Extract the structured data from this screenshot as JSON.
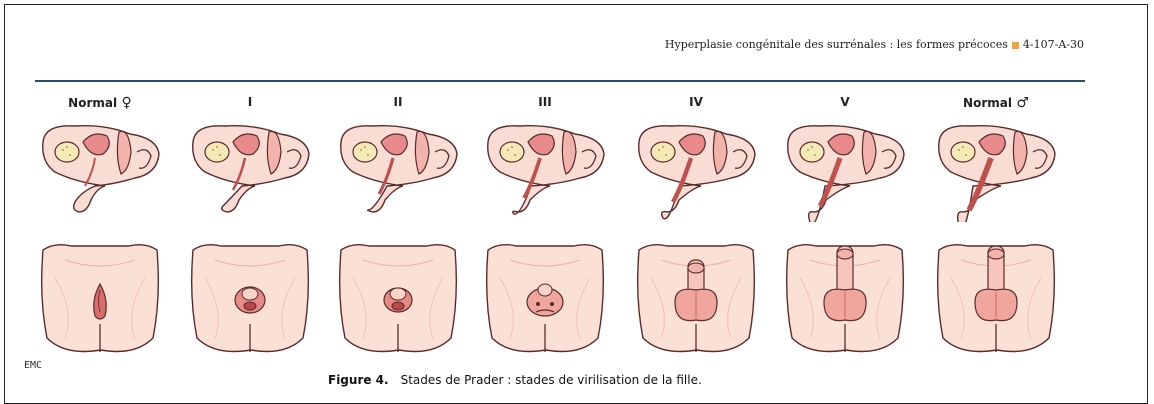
{
  "header": {
    "title": "Hyperplasie congénitale des surrénales : les formes précoces",
    "ref": "4-107-A-30",
    "accent": "#f2a23a"
  },
  "rule_color": "#1f4f6b",
  "stages": [
    {
      "label": "Normal",
      "symbol": "♀"
    },
    {
      "label": "I",
      "symbol": ""
    },
    {
      "label": "II",
      "symbol": ""
    },
    {
      "label": "III",
      "symbol": ""
    },
    {
      "label": "IV",
      "symbol": ""
    },
    {
      "label": "V",
      "symbol": ""
    },
    {
      "label": "Normal",
      "symbol": "♂"
    }
  ],
  "stamp": "EMC",
  "caption": {
    "figure": "Figure 4.",
    "text": "Stades de Prader : stades de virilisation de la fille."
  }
}
